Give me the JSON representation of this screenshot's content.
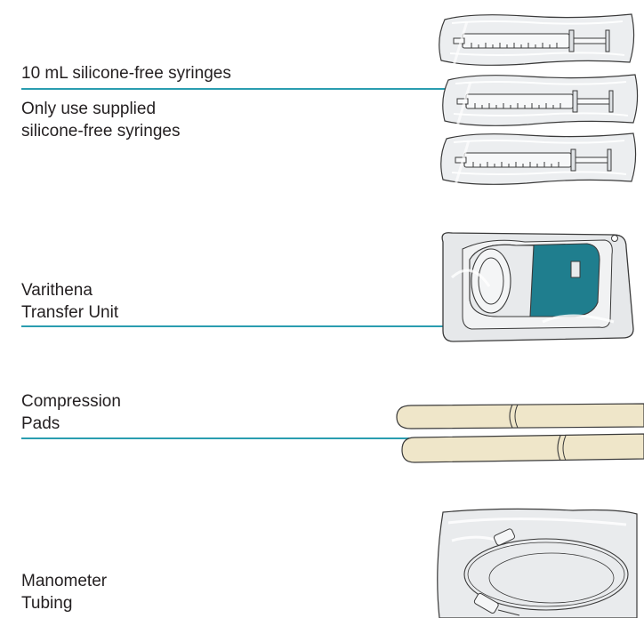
{
  "syringes": {
    "name_line": "10 mL silicone-free syringes",
    "note_line1": "Only use supplied",
    "note_line2": "silicone-free syringes"
  },
  "transfer_unit": {
    "line1": "Varithena",
    "line2": "Transfer Unit"
  },
  "compression_pads": {
    "line1": "Compression",
    "line2": "Pads"
  },
  "manometer_tubing": {
    "line1": "Manometer",
    "line2": "Tubing"
  },
  "colors": {
    "leader_line": "#2a9db0",
    "transfer_unit_teal": "#1f7e8e",
    "pad_fill": "#efe6c9",
    "package_fill": "#e9ebed",
    "outline": "#3a3a3a"
  }
}
